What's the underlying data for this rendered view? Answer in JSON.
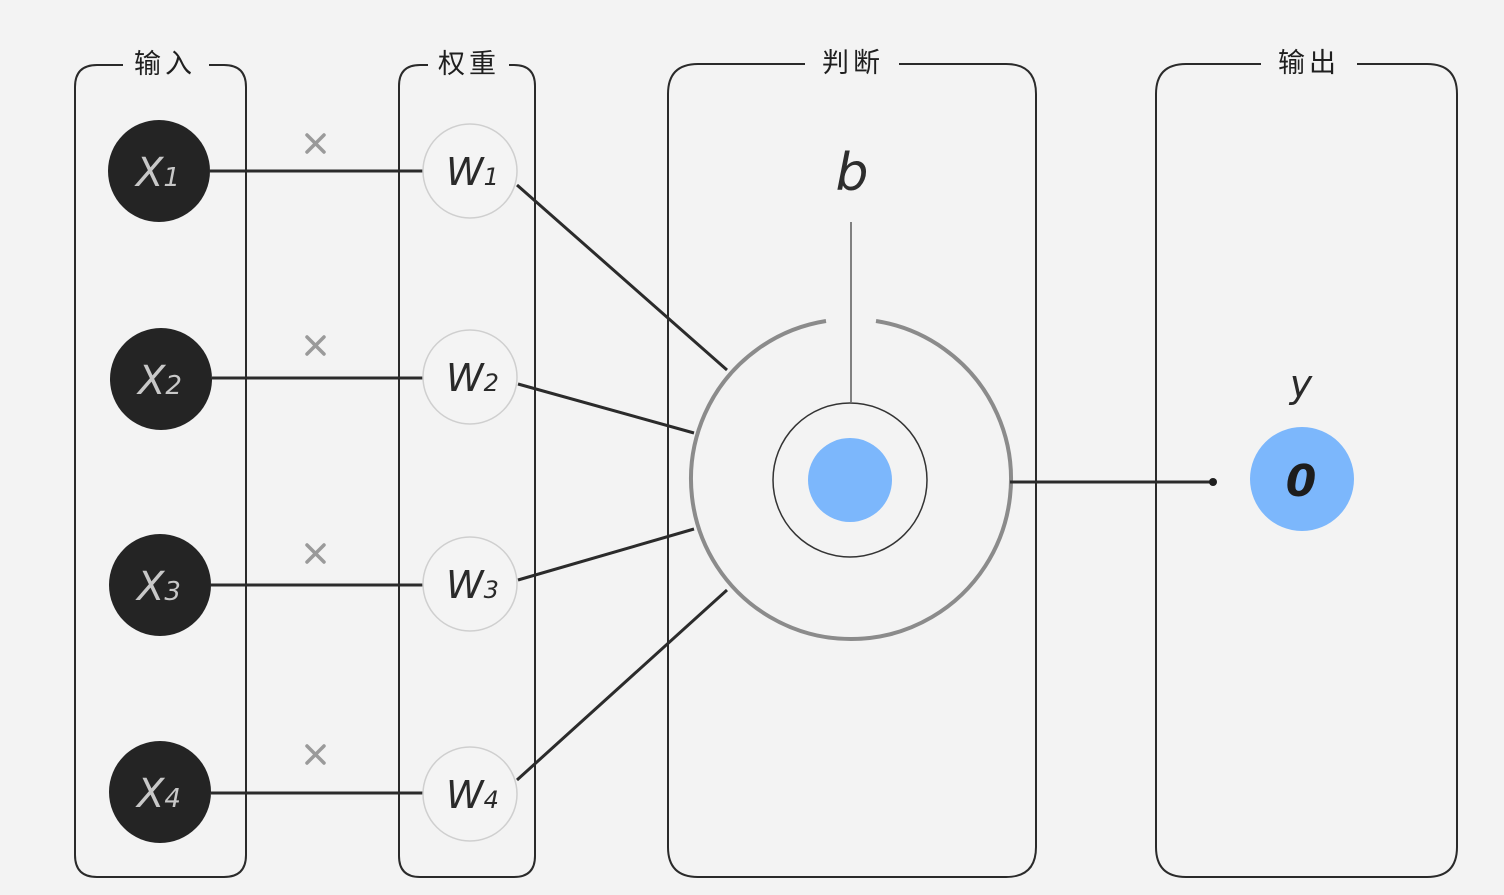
{
  "panels": {
    "input": "输入",
    "weight": "权重",
    "judge": "判断",
    "output": "输出"
  },
  "inputs": [
    {
      "main": "X",
      "sub": "1"
    },
    {
      "main": "X",
      "sub": "2"
    },
    {
      "main": "X",
      "sub": "3"
    },
    {
      "main": "X",
      "sub": "4"
    }
  ],
  "weights": [
    {
      "main": "W",
      "sub": "1"
    },
    {
      "main": "W",
      "sub": "2"
    },
    {
      "main": "W",
      "sub": "3"
    },
    {
      "main": "W",
      "sub": "4"
    }
  ],
  "multiply_symbol": "×",
  "bias_label": "b",
  "output": {
    "label": "y",
    "value": "0"
  },
  "colors": {
    "background": "#f3f3f3",
    "input_node": "#242424",
    "input_text": "#c8c8c8",
    "active_blue": "#7cb7fc",
    "stroke": "#2a2a2a"
  },
  "icons": {
    "multiply": "multiply-icon"
  }
}
